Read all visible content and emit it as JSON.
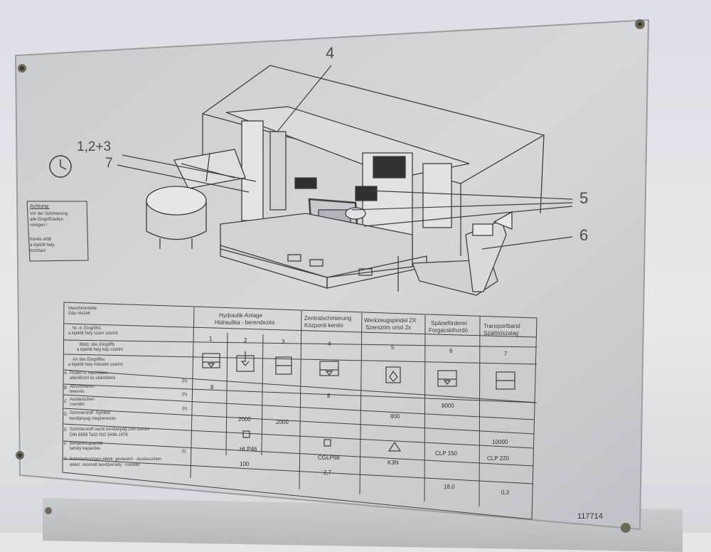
{
  "callouts": {
    "c4": "4",
    "c123": "1,2+3",
    "c7": "7",
    "c5": "5",
    "c6": "6"
  },
  "warning": {
    "title": "Achtung:",
    "l1": "Vor der Schmierung",
    "l2": "alle Eingriffstellen",
    "l3": "reinigen !",
    "l4": "Kenés előtt",
    "l5": "a kijelölt hely",
    "l6": "tisztítani"
  },
  "table": {
    "corner": {
      "l1": "Maschinenteile",
      "l2": "Gép részek"
    },
    "row_labels": {
      "nr1": "Nr. d. Eingriffst.",
      "nr2": "a kijelölt hely szám szerint",
      "bild1": "Bildz. des Eingriffs",
      "bild2": "a kijelölt hely kép szerint",
      "art1": "Art des Eingriffes",
      "art2": "a kijelölt hely művelet szerint",
      "a1": "Prüfen u. nachfüllen",
      "a2": "ellenőrizni és utántölteni",
      "b1": "Abschmieren",
      "b2": "lekenés",
      "c1": "Austauschen",
      "c2": "cserélni",
      "d1": "Schmierstoff -Symbol",
      "d2": "kenőanyag megnevezés",
      "e1": "Schmierstoff nach/ kenőanyag DIN szerint",
      "e2": "DIN 8659 Teil2   ISO 3498-1979",
      "f1": "Behälterkapazität",
      "f2": "tartály kapacitás",
      "g1": "Schmierbuchsen elektr. gesteuert - Austauschen",
      "g2": "elektr. vezérelt kenőpersely - cserélni"
    },
    "letters": {
      "a": "A",
      "b": "B",
      "c": "C",
      "d": "D",
      "e": "E",
      "f": "F",
      "g": "G"
    },
    "units": {
      "h1": "(h)",
      "h2": "(h)",
      "h3": "(h)",
      "l": "(l)"
    },
    "headers": {
      "hyd1": "Hydraulik-Anlage",
      "hyd2": "Hidraulika - berendezés",
      "zen1": "Zentralschmierung",
      "zen2": "Központi kenés",
      "wer1": "Werkzeugspindel 2X",
      "wer2": "Szerszóm orsó 2x",
      "spa1": "Späneförderer",
      "spa2": "Forgácskihordó",
      "tra1": "Transportband",
      "tra2": "Szállítószalag"
    },
    "col_numbers": [
      "1",
      "2",
      "3",
      "4",
      "5",
      "6",
      "7"
    ],
    "values": {
      "b_col1": "8",
      "b_col4": "8",
      "c_col6": "8000",
      "d_col2": "2000",
      "d_col3": "2000",
      "d_col5": "800",
      "e_col6": "10000",
      "f_hyd": "HLP46",
      "f_zen": "CGLP68",
      "f_wer": "K3N",
      "f_spa": "CLP 150",
      "f_tra": "CLP 220",
      "g_hyd": "100",
      "g_zen": "2,7",
      "g_spa": "18,0",
      "g_tra": "0,3"
    }
  },
  "serial": "117714"
}
